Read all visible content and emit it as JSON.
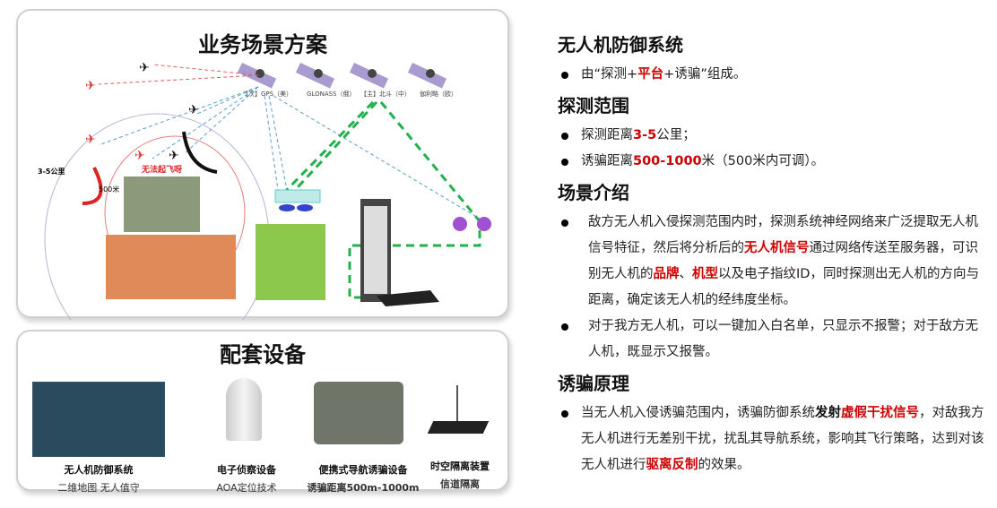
{
  "scenario": {
    "title": "业务场景方案",
    "labels": {
      "gps": "【次】GPS（美）",
      "glonass": "GLONASS（俄）",
      "beidou": "【主】北斗（中）",
      "galileo": "伽利略（欧）",
      "range_outer": "3-5公里",
      "range_inner": "500米",
      "no_takeoff": "无法起飞呀"
    }
  },
  "equipment": {
    "title": "配套设备",
    "items": [
      {
        "name": "无人机防御系统",
        "sub": "二维地图 无人值守"
      },
      {
        "name": "电子侦察设备",
        "sub": "AOA定位技术"
      },
      {
        "name": "便携式导航诱骗设备",
        "sub": "诱骗距离500m-1000m"
      },
      {
        "name": "时空隔离装置",
        "sub": "信道隔离"
      }
    ]
  },
  "right": {
    "h1": "无人机防御系统",
    "p1": {
      "a": "由“探测+",
      "b": "平台",
      "c": "+诱骗”组成。"
    },
    "h2": "探测范围",
    "p2": {
      "a": "探测距离",
      "b": "3-5",
      "c": "公里；"
    },
    "p3": {
      "a": "诱骗距离",
      "b": "500-1000",
      "c": "米（500米内可调）。"
    },
    "h3": "场景介绍",
    "p4": {
      "a": "敌方无人机入侵探测范围内时，探测系统神经网络来广泛提取无人机信号特征，然后将分析后的",
      "b": "无人机信号",
      "c": "通过网络传送至服务器，可识别无人机的",
      "d": "品牌",
      "e": "、",
      "f": "机型",
      "g": "以及电子指纹ID，同时探测出无人机的方向与距离，确定该无人机的经纬度坐标。"
    },
    "p5": "对于我方无人机，可以一键加入白名单，只显示不报警；对于敌方无人机，既显示又报警。",
    "h4": "诱骗原理",
    "p6": {
      "a": "当无人机入侵诱骗范围内，诱骗防御系统",
      "b": "发射",
      "c": "虚假干扰信号",
      "d": "，对敌我方无人机进行无差别干扰，扰乱其导航系统，影响其飞行策略，达到对该无人机进行",
      "e": "驱离反制",
      "f": "的效果。"
    }
  }
}
